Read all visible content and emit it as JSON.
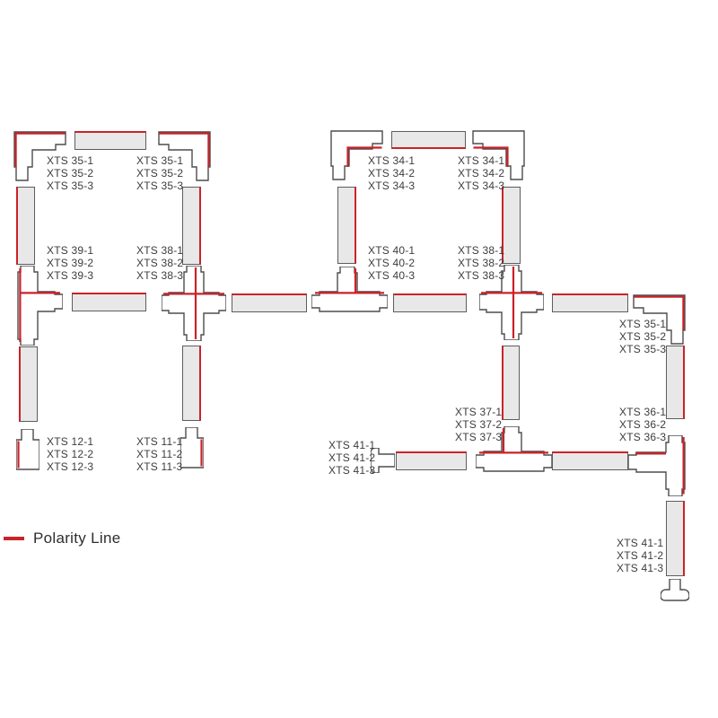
{
  "legend": {
    "label": "Polarity Line"
  },
  "colors": {
    "polarity_red": "#cb2229",
    "track_fill": "#e8e8e8",
    "outline": "#4d4d4d",
    "text": "#3c3c3c"
  },
  "labels": {
    "sq1_tl": [
      "XTS 35-1",
      "XTS 35-2",
      "XTS 35-3"
    ],
    "sq1_tr": [
      "XTS 35-1",
      "XTS 35-2",
      "XTS 35-3"
    ],
    "sq1_bl": [
      "XTS 39-1",
      "XTS 39-2",
      "XTS 39-3"
    ],
    "sq1_br": [
      "XTS 38-1",
      "XTS 38-2",
      "XTS 38-3"
    ],
    "sq2_tl": [
      "XTS 34-1",
      "XTS 34-2",
      "XTS 34-3"
    ],
    "sq2_tr": [
      "XTS 34-1",
      "XTS 34-2",
      "XTS 34-3"
    ],
    "sq2_bl": [
      "XTS 40-1",
      "XTS 40-2",
      "XTS 40-3"
    ],
    "sq2_br": [
      "XTS 38-1",
      "XTS 38-2",
      "XTS 38-3"
    ],
    "sq3_tr": [
      "XTS 35-1",
      "XTS 35-2",
      "XTS 35-3"
    ],
    "sq3_bl": [
      "XTS 37-1",
      "XTS 37-2",
      "XTS 37-3"
    ],
    "sq3_br": [
      "XTS 36-1",
      "XTS 36-2",
      "XTS 36-3"
    ],
    "feed_12": [
      "XTS 12-1",
      "XTS 12-2",
      "XTS 12-3"
    ],
    "feed_11": [
      "XTS 11-1",
      "XTS 11-2",
      "XTS 11-3"
    ],
    "feed_41_mid": [
      "XTS 41-1",
      "XTS 41-2",
      "XTS 41-3"
    ],
    "feed_41_right": [
      "XTS 41-1",
      "XTS 41-2",
      "XTS 41-3"
    ]
  }
}
